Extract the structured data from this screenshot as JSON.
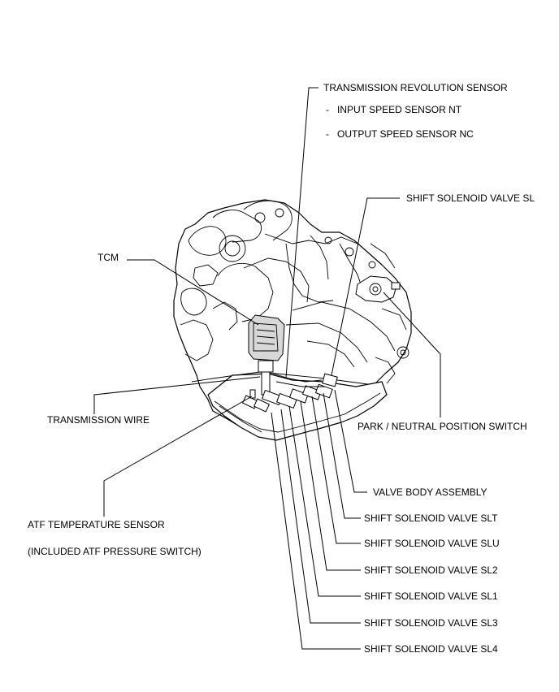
{
  "labels": {
    "transmission_revolution_sensor": "TRANSMISSION REVOLUTION SENSOR",
    "input_speed_sensor": "INPUT SPEED SENSOR NT",
    "output_speed_sensor": "OUTPUT SPEED SENSOR NC",
    "shift_solenoid_sl": "SHIFT SOLENOID VALVE SL",
    "tcm": "TCM",
    "transmission_wire": "TRANSMISSION WIRE",
    "park_neutral_switch": "PARK / NEUTRAL POSITION SWITCH",
    "valve_body_assembly": "VALVE BODY ASSEMBLY",
    "shift_solenoid_slt": "SHIFT SOLENOID VALVE SLT",
    "shift_solenoid_slu": "SHIFT SOLENOID VALVE SLU",
    "shift_solenoid_sl2": "SHIFT SOLENOID VALVE SL2",
    "shift_solenoid_sl1": "SHIFT SOLENOID VALVE SL1",
    "shift_solenoid_sl3": "SHIFT SOLENOID VALVE SL3",
    "shift_solenoid_sl4": "SHIFT SOLENOID VALVE SL4",
    "atf_temperature_sensor": "ATF TEMPERATURE SENSOR",
    "included_atf_pressure_switch": "(INCLUDED ATF PRESSURE SWITCH)",
    "dash": "-"
  }
}
